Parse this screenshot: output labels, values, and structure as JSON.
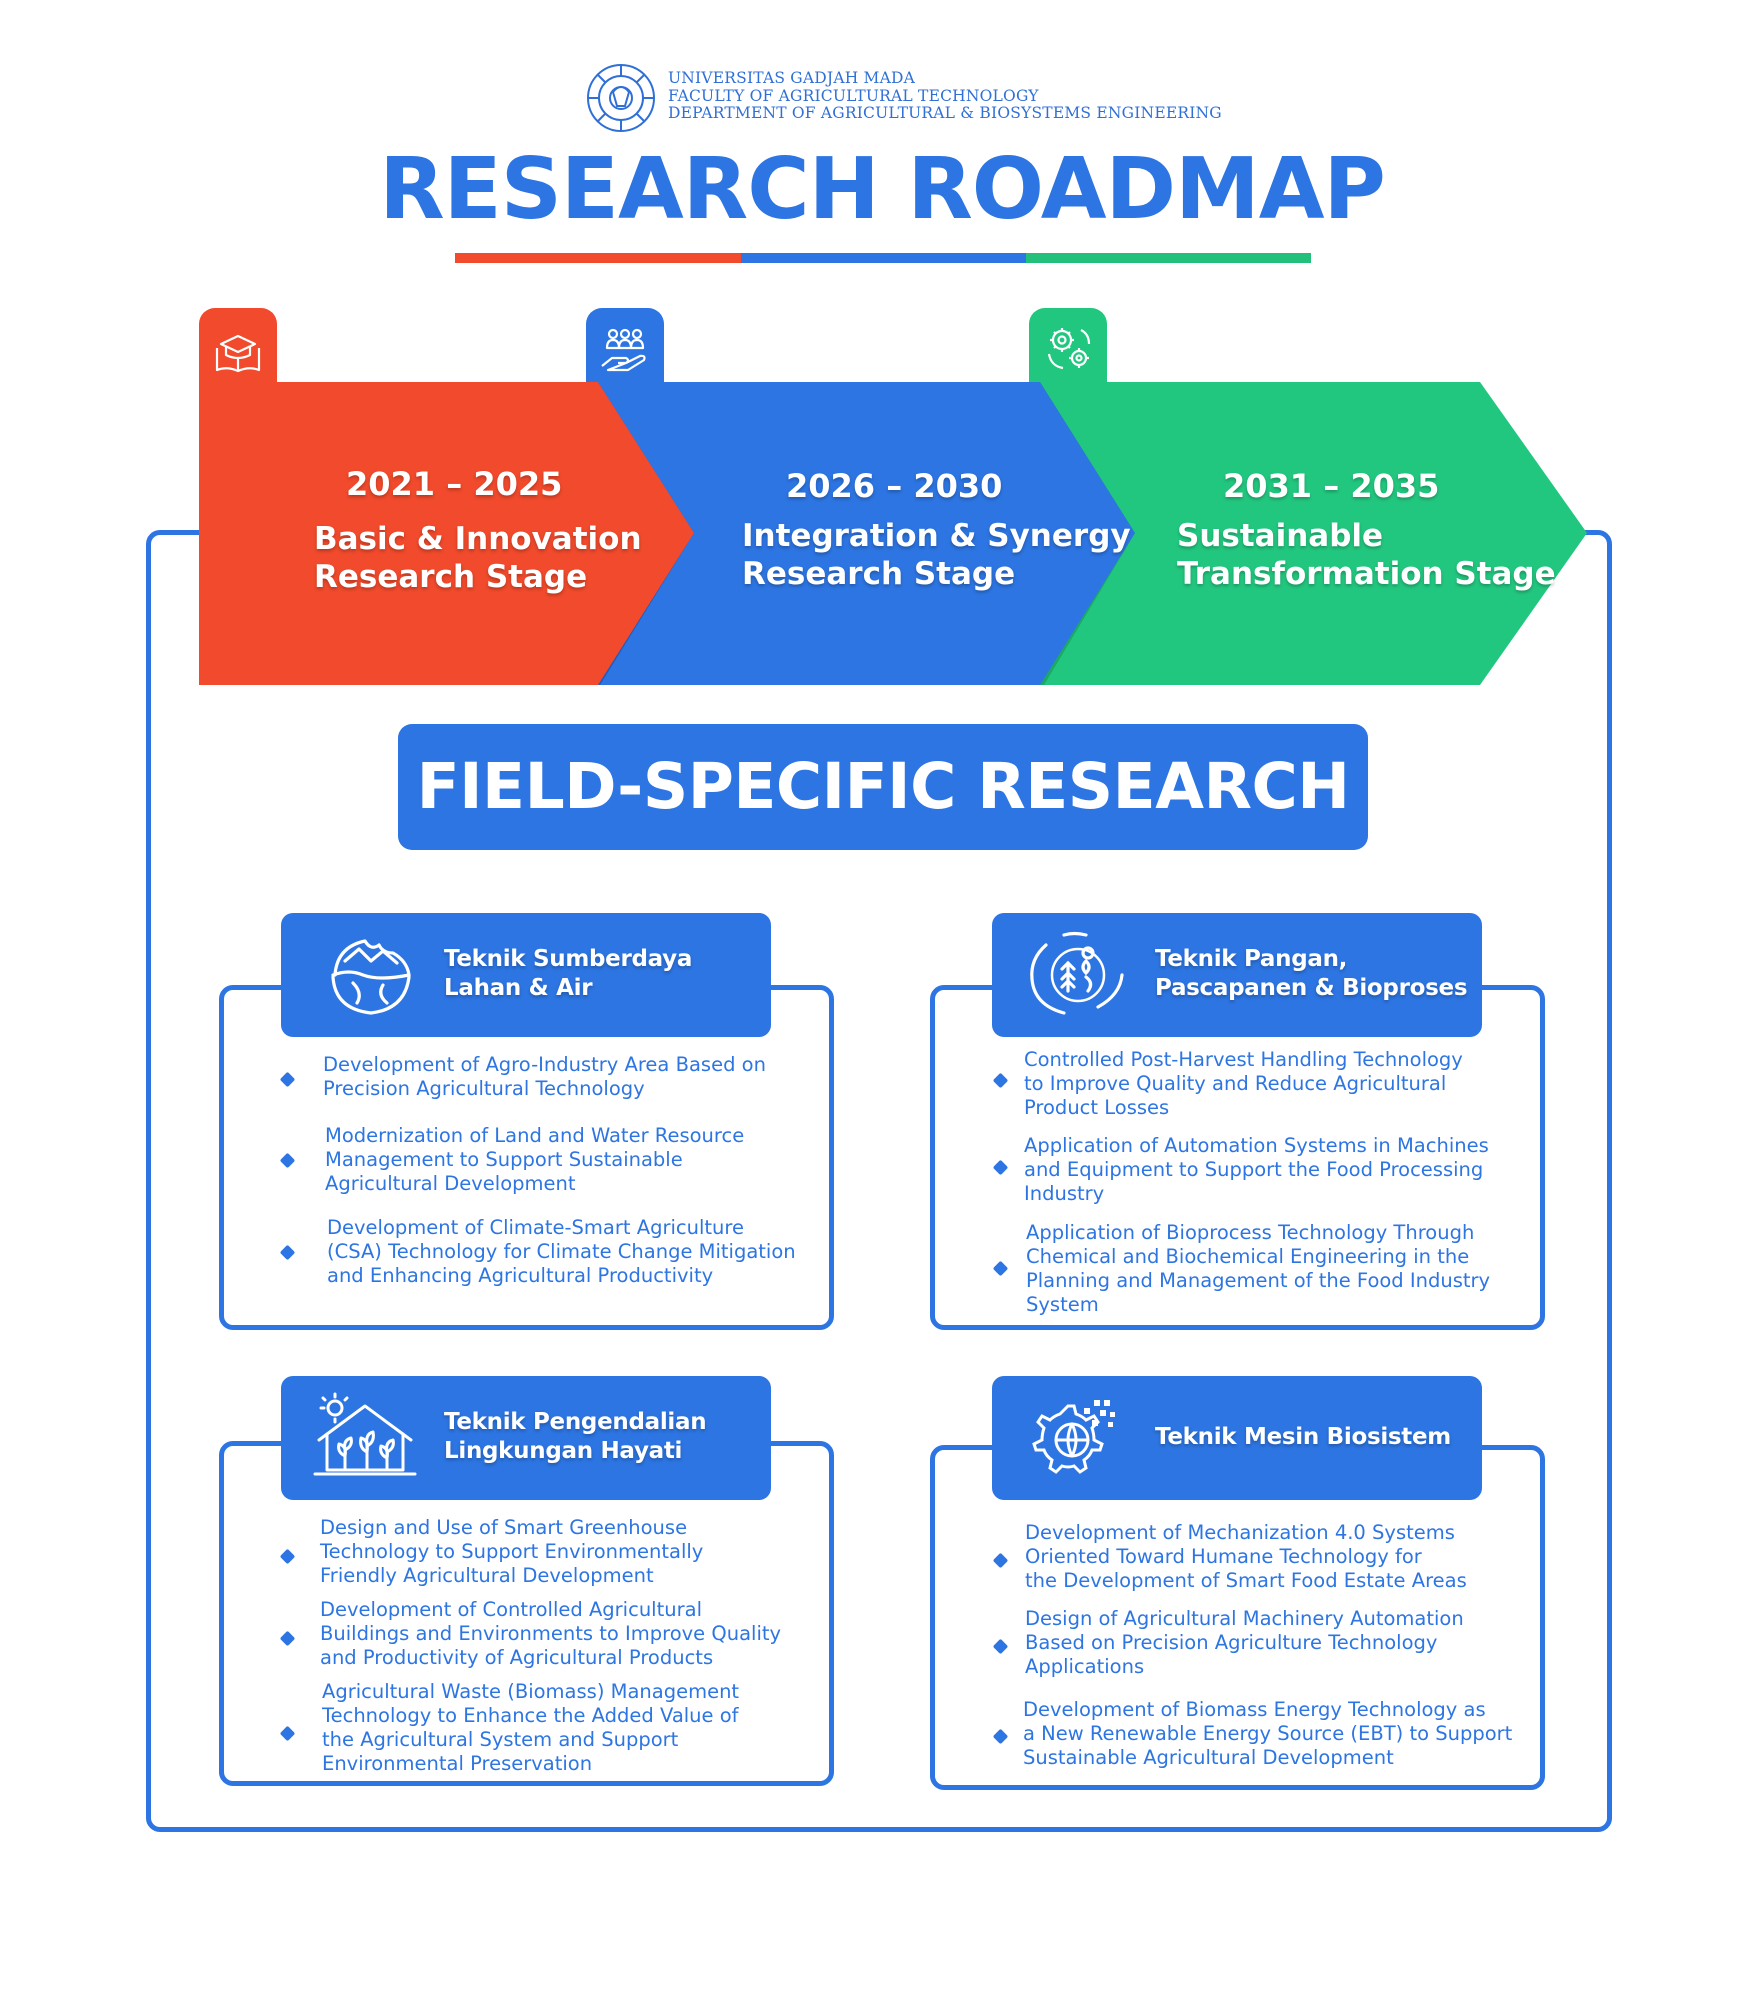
{
  "header": {
    "institution_lines": [
      "UNIVERSITAS GADJAH MADA",
      "FACULTY OF AGRICULTURAL TECHNOLOGY",
      "DEPARTMENT OF AGRICULTURAL & BIOSYSTEMS ENGINEERING"
    ],
    "title": "RESEARCH ROADMAP",
    "title_bar_colors": [
      "#f14a2c",
      "#2d75e2",
      "#22c07a"
    ]
  },
  "stages": [
    {
      "years": "2021 – 2025",
      "label_lines": [
        "Basic & Innovation",
        "Research Stage"
      ],
      "color": "#f14a2c",
      "icon": "book-graduation-icon"
    },
    {
      "years": "2026 – 2030",
      "label_lines": [
        "Integration & Synergy",
        "Research Stage"
      ],
      "color": "#2d75e2",
      "icon": "people-hand-icon"
    },
    {
      "years": "2031 – 2035",
      "label_lines": [
        "Sustainable",
        "Transformation Stage"
      ],
      "color": "#22c77f",
      "icon": "gears-cycle-icon"
    }
  ],
  "field_specific": {
    "title": "FIELD-SPECIFIC RESEARCH",
    "cards": [
      {
        "heading_lines": [
          "Teknik Sumberdaya",
          "Lahan & Air"
        ],
        "icon": "land-water-icon",
        "items": [
          [
            "Development of Agro-Industry Area Based on",
            "Precision Agricultural Technology"
          ],
          [
            "Modernization of Land and Water Resource",
            "Management to Support Sustainable",
            "Agricultural Development"
          ],
          [
            "Development of Climate-Smart Agriculture",
            "(CSA) Technology for Climate Change Mitigation",
            "and Enhancing Agricultural Productivity"
          ]
        ]
      },
      {
        "heading_lines": [
          "Teknik Pangan,",
          "Pascapanen & Bioproses"
        ],
        "icon": "food-processing-icon",
        "items": [
          [
            "Controlled Post-Harvest Handling Technology",
            "to Improve Quality and Reduce Agricultural",
            "Product Losses"
          ],
          [
            "Application of Automation Systems in Machines",
            "and Equipment to Support the Food Processing",
            "Industry"
          ],
          [
            "Application of Bioprocess Technology Through",
            "Chemical and Biochemical Engineering in the",
            "Planning and Management of the Food Industry",
            "System"
          ]
        ]
      },
      {
        "heading_lines": [
          "Teknik Pengendalian",
          "Lingkungan Hayati"
        ],
        "icon": "greenhouse-icon",
        "items": [
          [
            "Design and Use of Smart Greenhouse",
            "Technology to Support Environmentally",
            "Friendly Agricultural Development"
          ],
          [
            "Development of Controlled Agricultural",
            "Buildings and Environments to Improve Quality",
            "and Productivity of Agricultural Products"
          ],
          [
            "Agricultural Waste (Biomass) Management",
            "Technology to Enhance the Added Value of",
            "the Agricultural System and Support",
            "Environmental Preservation"
          ]
        ]
      },
      {
        "heading_lines": [
          "Teknik Mesin Biosistem"
        ],
        "icon": "gear-globe-icon",
        "items": [
          [
            "Development of Mechanization 4.0 Systems",
            "Oriented Toward Humane Technology for",
            "the Development of Smart Food Estate Areas"
          ],
          [
            "Design of Agricultural Machinery Automation",
            "Based on Precision Agriculture Technology",
            "Applications"
          ],
          [
            "Development of Biomass Energy Technology as",
            "a New Renewable Energy Source (EBT) to Support",
            "Sustainable Agricultural Development"
          ]
        ]
      }
    ]
  }
}
